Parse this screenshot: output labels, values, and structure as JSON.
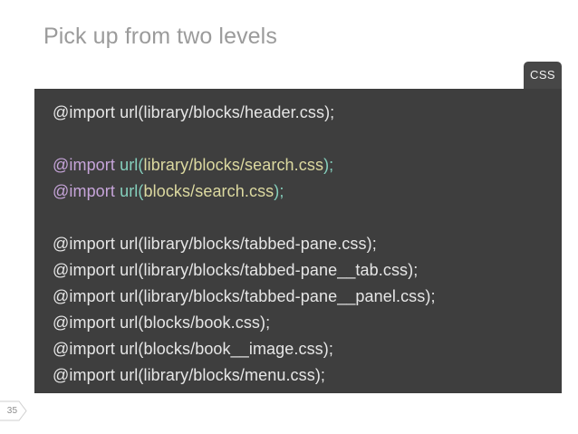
{
  "slide": {
    "title": "Pick up from two levels",
    "number": "35",
    "background_color": "#ffffff",
    "title_color": "#9b9b9b"
  },
  "language_badge": {
    "label": "CSS",
    "background_color": "#474747",
    "text_color": "#f2f2f2"
  },
  "code_block": {
    "background_color": "#3e3e3e",
    "default_text_color": "#e6e6e6",
    "syntax_colors": {
      "atrule": "#c6a4d9",
      "function": "#85d0bd",
      "punctuation": "#85d0bd",
      "string": "#dcd9a0"
    },
    "lines": [
      {
        "highlighted": false,
        "text": "@import url(library/blocks/header.css);",
        "tokens": [
          {
            "type": "plain",
            "text": "@import url(library/blocks/header.css);"
          }
        ]
      },
      {
        "highlighted": false,
        "text": "",
        "tokens": [
          {
            "type": "plain",
            "text": " "
          }
        ]
      },
      {
        "highlighted": true,
        "text": "@import url(library/blocks/search.css);",
        "tokens": [
          {
            "type": "atrule",
            "text": "@import "
          },
          {
            "type": "function",
            "text": "url"
          },
          {
            "type": "punctuation",
            "text": "("
          },
          {
            "type": "string",
            "text": "library/blocks/search.css"
          },
          {
            "type": "punctuation",
            "text": ");"
          }
        ]
      },
      {
        "highlighted": true,
        "text": "@import url(blocks/search.css);",
        "tokens": [
          {
            "type": "atrule",
            "text": "@import "
          },
          {
            "type": "function",
            "text": "url"
          },
          {
            "type": "punctuation",
            "text": "("
          },
          {
            "type": "string",
            "text": "blocks/search.css"
          },
          {
            "type": "punctuation",
            "text": ");"
          }
        ]
      },
      {
        "highlighted": false,
        "text": "",
        "tokens": [
          {
            "type": "plain",
            "text": " "
          }
        ]
      },
      {
        "highlighted": false,
        "text": "@import url(library/blocks/tabbed-pane.css);",
        "tokens": [
          {
            "type": "plain",
            "text": "@import url(library/blocks/tabbed-pane.css);"
          }
        ]
      },
      {
        "highlighted": false,
        "text": "@import url(library/blocks/tabbed-pane__tab.css);",
        "tokens": [
          {
            "type": "plain",
            "text": "@import url(library/blocks/tabbed-pane__tab.css);"
          }
        ]
      },
      {
        "highlighted": false,
        "text": "@import url(library/blocks/tabbed-pane__panel.css);",
        "tokens": [
          {
            "type": "plain",
            "text": "@import url(library/blocks/tabbed-pane__panel.css);"
          }
        ]
      },
      {
        "highlighted": false,
        "text": "@import url(blocks/book.css);",
        "tokens": [
          {
            "type": "plain",
            "text": "@import url(blocks/book.css);"
          }
        ]
      },
      {
        "highlighted": false,
        "text": "@import url(blocks/book__image.css);",
        "tokens": [
          {
            "type": "plain",
            "text": "@import url(blocks/book__image.css);"
          }
        ]
      },
      {
        "highlighted": false,
        "text": "@import url(library/blocks/menu.css);",
        "tokens": [
          {
            "type": "plain",
            "text": "@import url(library/blocks/menu.css);"
          }
        ]
      }
    ]
  }
}
